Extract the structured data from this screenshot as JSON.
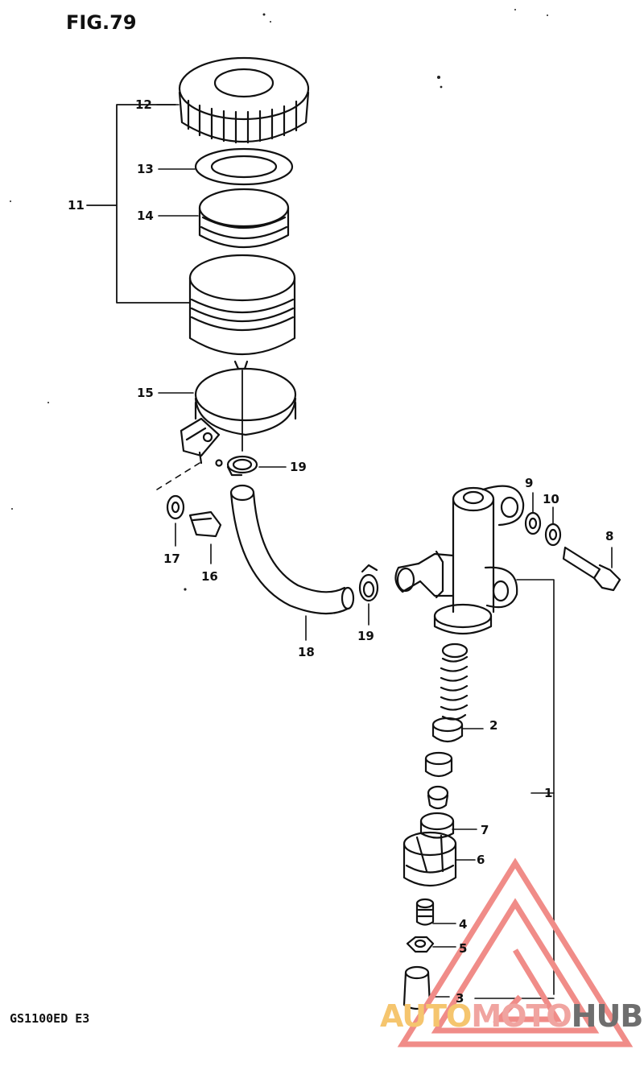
{
  "figure_title": "FIG.79",
  "model_code": "GS1100ED E3",
  "callouts": {
    "c1": "1",
    "c2": "2",
    "c3": "3",
    "c4": "4",
    "c5": "5",
    "c6": "6",
    "c7": "7",
    "c8": "8",
    "c9": "9",
    "c10": "10",
    "c11": "11",
    "c12": "12",
    "c13": "13",
    "c14": "14",
    "c15": "15",
    "c16": "16",
    "c17": "17",
    "c18": "18",
    "c19a": "19",
    "c19b": "19"
  },
  "watermark": {
    "part1": "AUTO",
    "part2": "MOTO",
    "part3": "HUB",
    "color_auto": "#f5c56e",
    "color_moto": "#f0a4a0",
    "color_hub": "#6e6e6e",
    "triangle_color": "#f08c88"
  }
}
